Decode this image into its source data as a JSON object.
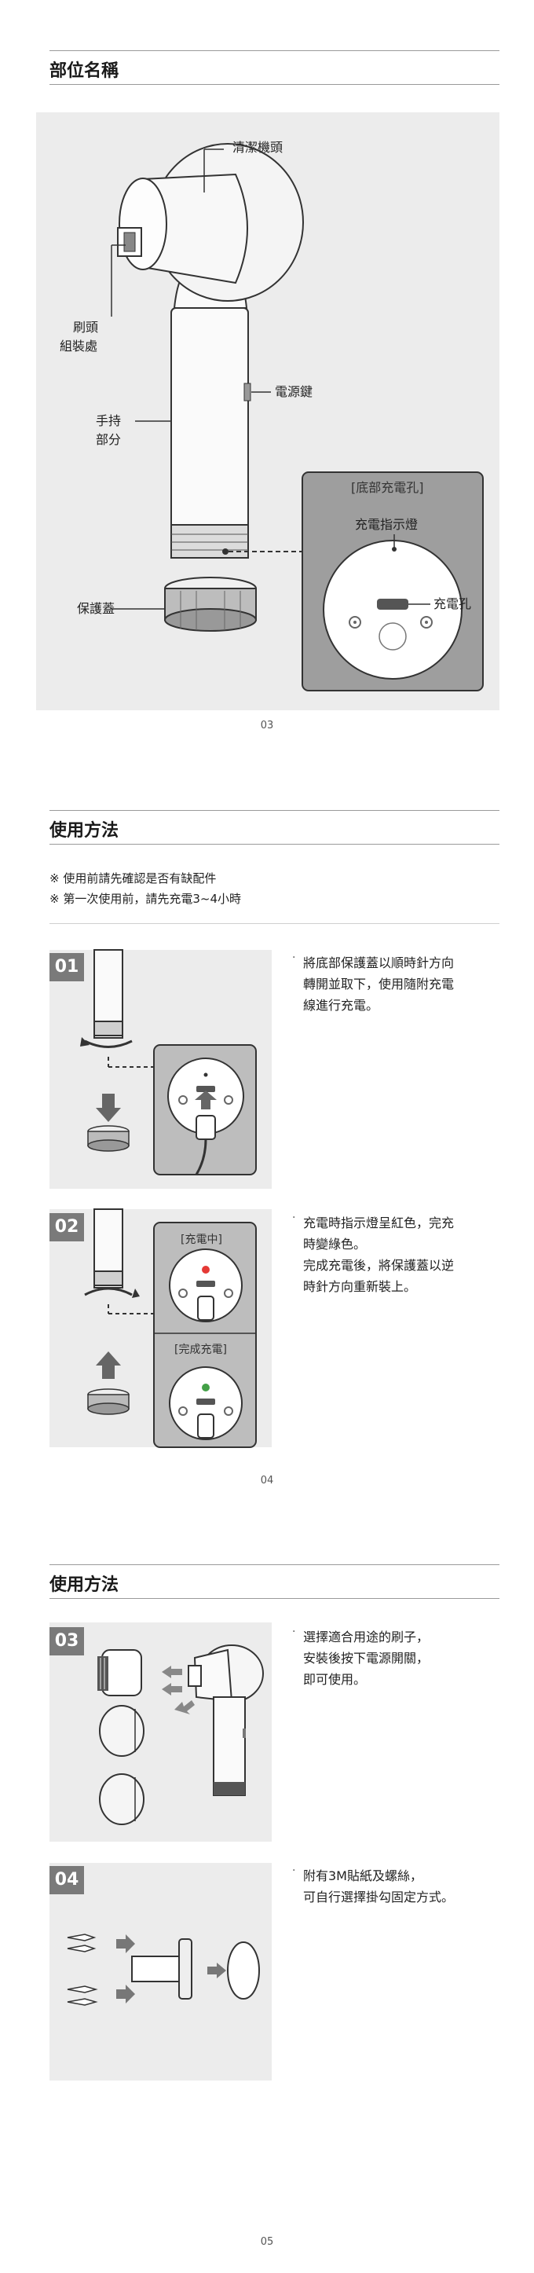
{
  "page1": {
    "title": "部位名稱",
    "labels": {
      "head": "清潔機頭",
      "brush_l1": "刷頭",
      "brush_l2": "組裝處",
      "power": "電源鍵",
      "grip_l1": "手持",
      "grip_l2": "部分",
      "cover": "保護蓋",
      "bottom_port": "[底部充電孔]",
      "indicator": "充電指示燈",
      "port": "充電孔"
    },
    "page_number": "03"
  },
  "page2": {
    "title": "使用方法",
    "notes": [
      "※ 使用前請先確認是否有缺配件",
      "※ 第一次使用前，請先充電3~4小時"
    ],
    "steps": [
      {
        "num": "01",
        "lines": [
          "將底部保護蓋以順時針方向",
          "轉開並取下，使用隨附充電",
          "線進行充電。"
        ]
      },
      {
        "num": "02",
        "lines": [
          "充電時指示燈呈紅色，完充",
          "時變綠色。",
          "完成充電後，將保護蓋以逆",
          "時針方向重新裝上。"
        ],
        "charging": "[充電中]",
        "charged": "[完成充電]"
      }
    ],
    "page_number": "04"
  },
  "page3": {
    "title": "使用方法",
    "steps": [
      {
        "num": "03",
        "lines": [
          "選擇適合用途的刷子，",
          "安裝後按下電源開關，",
          "即可使用。"
        ]
      },
      {
        "num": "04",
        "lines": [
          "附有3M貼紙及螺絲，",
          "可自行選擇掛勾固定方式。"
        ]
      }
    ],
    "page_number": "05"
  },
  "colors": {
    "panel": "#ececec",
    "badge": "#7a7a7a",
    "indicator_red": "#e53935",
    "indicator_green": "#43a047"
  }
}
